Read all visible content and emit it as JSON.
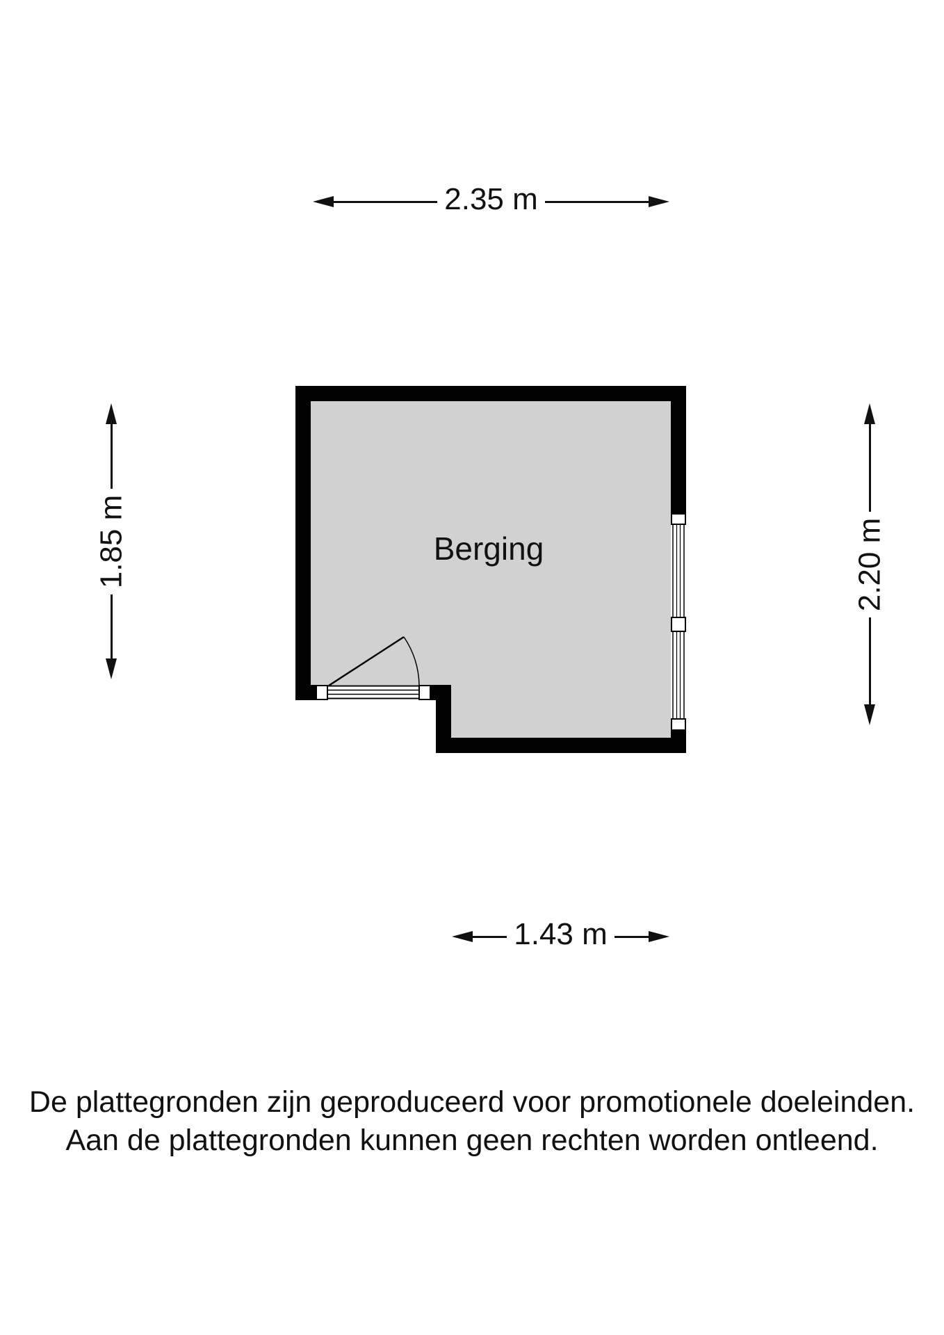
{
  "colors": {
    "background": "#ffffff",
    "wall": "#000000",
    "room_fill": "#d1d1d1",
    "ink": "#111111"
  },
  "floorplan": {
    "room": {
      "label": "Berging"
    },
    "dimensions": {
      "top": {
        "label": "2.35 m"
      },
      "left": {
        "label": "1.85 m"
      },
      "right": {
        "label": "2.20 m"
      },
      "bottom": {
        "label": "1.43 m"
      }
    }
  },
  "disclaimer": {
    "line1": "De plattegronden zijn geproduceerd voor promotionele doeleinden.",
    "line2": "Aan de plattegronden kunnen geen rechten worden ontleend."
  }
}
